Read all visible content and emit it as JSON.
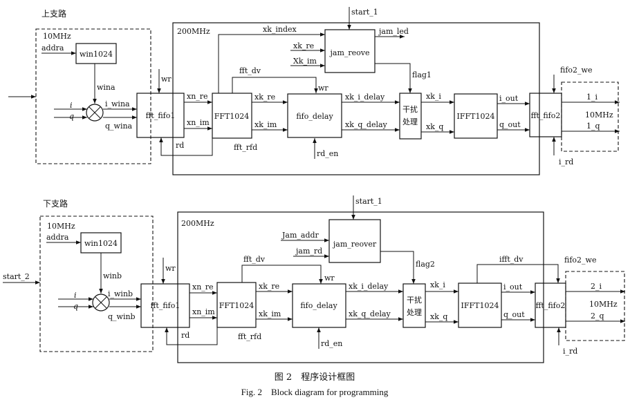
{
  "upper": {
    "title": "上支路",
    "clock": "200MHz",
    "start": "start_1",
    "input_clock": "10MHz",
    "addr": "addra",
    "win_block": "win1024",
    "win_out": "wina",
    "i": "i",
    "q": "q",
    "i_win": "i_wina",
    "q_win": "q_wina",
    "fifo1": "fft_fifo1",
    "wr": "wr",
    "rd": "rd",
    "xn_re": "xn_re",
    "xn_im": "xn_im",
    "fft": "FFT1024",
    "fft_dv": "fft_dv",
    "fft_rfd": "fft_rfd",
    "xk_index": "xk_index",
    "xk_re": "xk_re",
    "xk_im": "xk_im",
    "xk_re_in": "xk_re",
    "xk_im_in": "Xk_im",
    "jam_block": "jam_reove",
    "jam_led": "jam_led",
    "flag": "flag1",
    "fifo_delay": "fifo_delay",
    "rd_en": "rd_en",
    "xk_i_delay": "xk_i_delay",
    "xk_q_delay": "xk_q_delay",
    "jam_proc": [
      "干扰",
      "处理"
    ],
    "xk_i": "xk_i",
    "xk_q": "xk_q",
    "ifft": "IFFT1024",
    "i_out": "i_out",
    "q_out": "q_out",
    "fifo2": "fft_fifo2",
    "fifo2_we": "fifo2_we",
    "i_rd": "i_rd",
    "out_i": "1_i",
    "out_q": "1_q",
    "out_clock": "10MHz"
  },
  "lower": {
    "title": "下支路",
    "clock": "200MHz",
    "start": "start_1",
    "start_in": "start_2",
    "input_clock": "10MHz",
    "addr": "addra",
    "win_block": "win1024",
    "win_out": "winb",
    "i": "i",
    "q": "q",
    "i_win": "i_winb",
    "q_win": "q_winb",
    "fifo1": "fft_fifo1",
    "wr": "wr",
    "rd": "rd",
    "xn_re": "xn_re",
    "xn_im": "xn_im",
    "fft": "FFT1024",
    "fft_dv": "fft_dv",
    "fft_rfd": "fft_rfd",
    "jam_addr": "Jam_addr",
    "jam_rd": "jam_rd",
    "jam_block": "jam_reover",
    "flag": "flag2",
    "xk_re": "xk_re",
    "xk_im": "xk_im",
    "fifo_delay": "fifo_delay",
    "rd_en": "rd_en",
    "xk_i_delay": "xk_i_delay",
    "xk_q_delay": "xk_q_delay",
    "jam_proc": [
      "干扰",
      "处理"
    ],
    "xk_i": "xk_i",
    "xk_q": "xk_q",
    "ifft": "IFFT1024",
    "ifft_dv": "ifft_dv",
    "i_out": "i_out",
    "q_out": "q_out",
    "fifo2": "fft_fifo2",
    "fifo2_we": "fifo2_we",
    "i_rd": "i_rd",
    "out_i": "2_i",
    "out_q": "2_q",
    "out_clock": "10MHz"
  },
  "caption": {
    "zh": "图 2　程序设计框图",
    "en": "Fig. 2　Block diagram for programming"
  }
}
